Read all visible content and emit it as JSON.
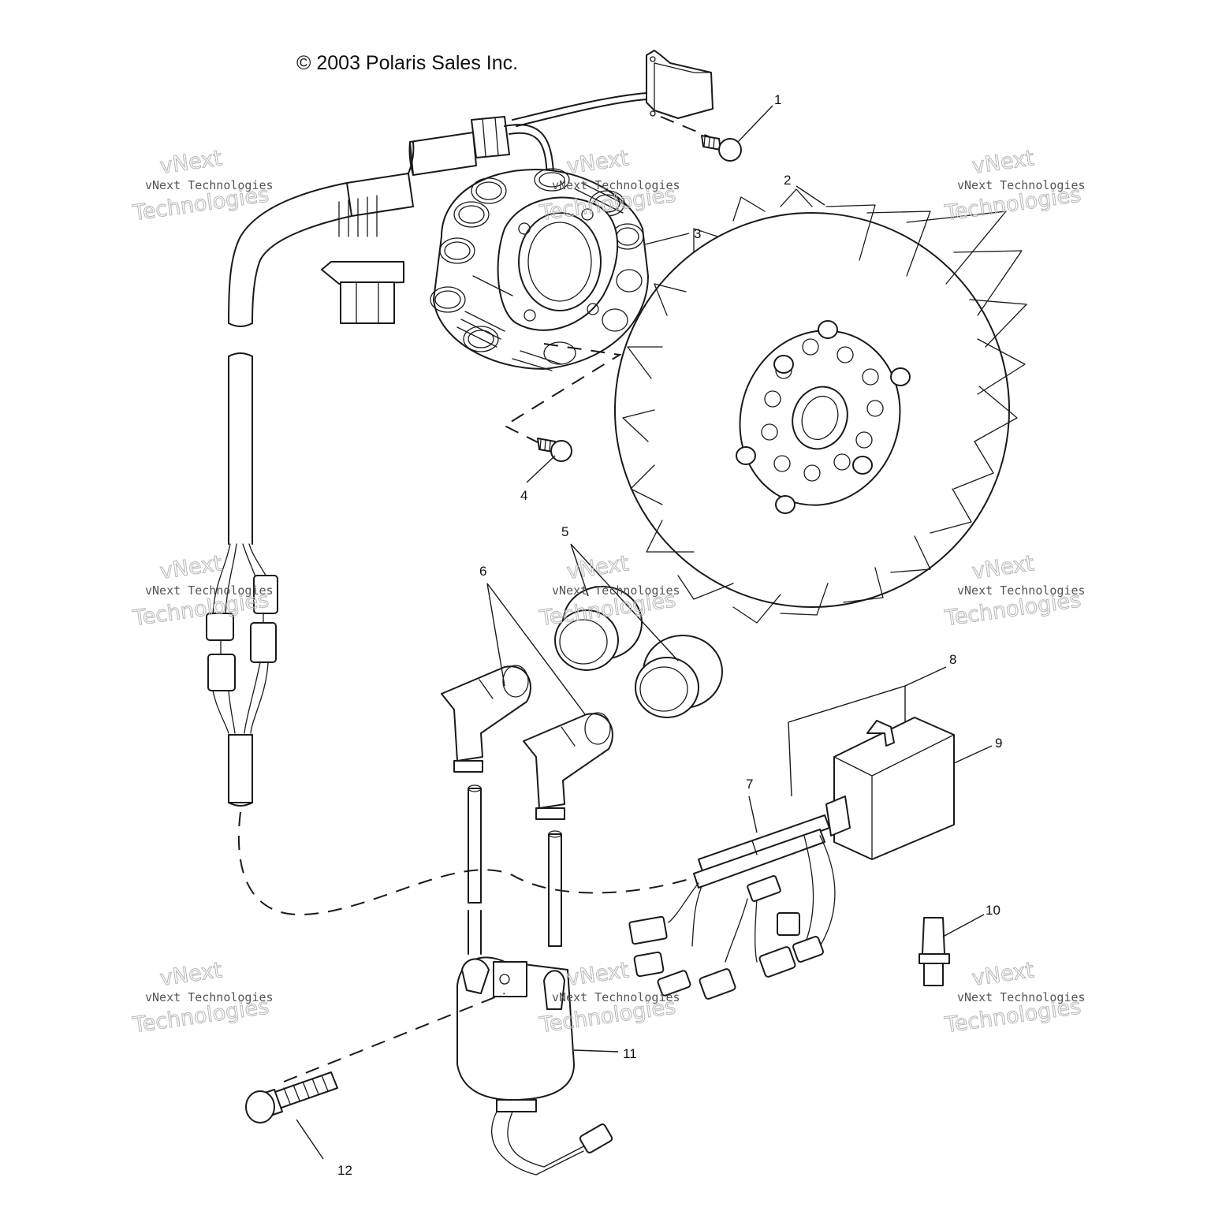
{
  "copyright": "© 2003 Polaris Sales Inc.",
  "watermark": {
    "small": "vNext Technologies",
    "outline_top": "vNext",
    "outline_bottom": "Technologies"
  },
  "callouts": [
    "1",
    "2",
    "3",
    "4",
    "5",
    "6",
    "7",
    "8",
    "9",
    "10",
    "11",
    "12"
  ]
}
